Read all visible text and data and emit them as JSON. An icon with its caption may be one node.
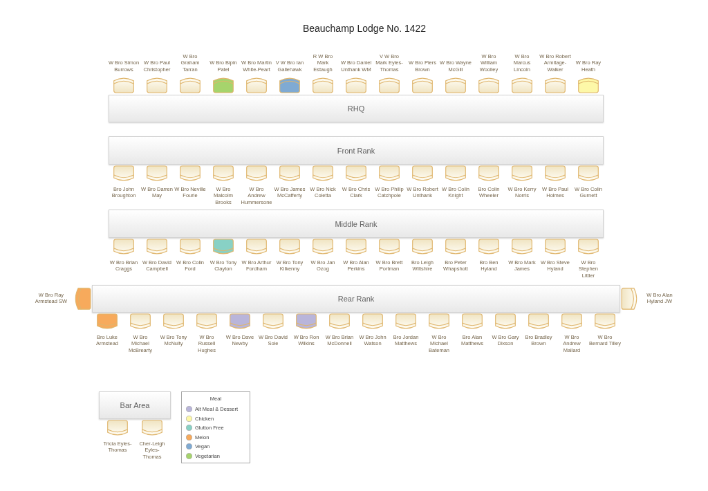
{
  "diagram": {
    "title": "Beauchamp Lodge No. 1422",
    "nodes": [
      {
        "text": [
          "W Bro Simon Burrows"
        ]
      },
      {
        "text": [
          "W Bro Paul Christopher"
        ]
      },
      {
        "text": [
          "W Bro Graham Tarran"
        ]
      },
      {
        "text": [
          "W Bro Bipin Patel"
        ]
      },
      {
        "text": [
          "W Bro Martin White-Peart"
        ]
      },
      {
        "text": [
          "V W Bro Ian Gallehawk"
        ]
      },
      {
        "text": [
          "R W Bro Mark Estaugh"
        ]
      },
      {
        "text": [
          "W Bro Daniel Unthank WM"
        ]
      },
      {
        "text": [
          "V W Bro Mark Eyles-Thomas"
        ]
      },
      {
        "text": [
          "W Bro Piers Brown"
        ]
      },
      {
        "text": [
          "W Bro Wayne McGill"
        ]
      },
      {
        "text": [
          "W Bro William Woolley"
        ]
      },
      {
        "text": [
          "W Bro Marcus Lincoln"
        ]
      },
      {
        "text": [
          "W Bro Robert Armitage-Walker"
        ]
      },
      {
        "text": [
          "W Bro Ray Heath"
        ]
      },
      {
        "text": [
          "RHQ"
        ]
      },
      {
        "text": [
          "Front Rank"
        ]
      },
      {
        "text": [
          "Bro John Broughton"
        ]
      },
      {
        "text": [
          "W Bro Darren May"
        ]
      },
      {
        "text": [
          "W Bro Neville Fourie"
        ]
      },
      {
        "text": [
          "W Bro Malcolm Brooks"
        ]
      },
      {
        "text": [
          "W Bro Andrew Hummersone"
        ]
      },
      {
        "text": [
          "W Bro James McCafferty"
        ]
      },
      {
        "text": [
          "W Bro Nick Coletta"
        ]
      },
      {
        "text": [
          "W Bro Chris Clark"
        ]
      },
      {
        "text": [
          "W Bro Philip Catchpole"
        ]
      },
      {
        "text": [
          "W Bro Robert Unthank"
        ]
      },
      {
        "text": [
          "W Bro Colin Knight"
        ]
      },
      {
        "text": [
          "Bro Colin Wheeler"
        ]
      },
      {
        "text": [
          "W Bro Kerry Norris"
        ]
      },
      {
        "text": [
          "W Bro Paul Holmes"
        ]
      },
      {
        "text": [
          "W Bro Colin Gurnett"
        ]
      },
      {
        "text": [
          "Middle Rank"
        ]
      },
      {
        "text": [
          "W Bro Brian Craggs"
        ]
      },
      {
        "text": [
          "W Bro David Campbell"
        ]
      },
      {
        "text": [
          "W Bro Colin Ford"
        ]
      },
      {
        "text": [
          "W Bro Tony Clayton"
        ]
      },
      {
        "text": [
          "W Bro Arthur Fordham"
        ]
      },
      {
        "text": [
          "W Bro Tony Kilkenny"
        ]
      },
      {
        "text": [
          "W Bro Jan Ozog"
        ]
      },
      {
        "text": [
          "W Bro Alan Perkins"
        ]
      },
      {
        "text": [
          "W Bro Brett Portman"
        ]
      },
      {
        "text": [
          "Bro Leigh Wiltshire"
        ]
      },
      {
        "text": [
          "Bro Peter Whapshott"
        ]
      },
      {
        "text": [
          "Bro Ben Hyland"
        ]
      },
      {
        "text": [
          "W Bro Mark James"
        ]
      },
      {
        "text": [
          "W Bro Steve Hyland"
        ]
      },
      {
        "text": [
          "W Bro Stephen Littler"
        ]
      },
      {
        "text": [
          "W Bro Ray Armstead SW"
        ]
      },
      {
        "text": [
          "Rear Rank"
        ]
      },
      {
        "text": [
          "W Bro Alan Hyland JW"
        ]
      },
      {
        "text": [
          "Bro Luke Armstead"
        ]
      },
      {
        "text": [
          "W Bro Michael McBrearty"
        ]
      },
      {
        "text": [
          "W Bro Tony McNulty"
        ]
      },
      {
        "text": [
          "W Bro Russell Hughes"
        ]
      },
      {
        "text": [
          "W Bro Dave Newby"
        ]
      },
      {
        "text": [
          "W Bro David Sole"
        ]
      },
      {
        "text": [
          "W Bro Ron Wilkins"
        ]
      },
      {
        "text": [
          "W Bro Brian McDonnell"
        ]
      },
      {
        "text": [
          "W Bro John Watson"
        ]
      },
      {
        "text": [
          "Bro Jordan Matthews"
        ]
      },
      {
        "text": [
          "W Bro Michael Bateman"
        ]
      },
      {
        "text": [
          "Bro Alan Matthews"
        ]
      },
      {
        "text": [
          "W Bro Gary Dixson"
        ]
      },
      {
        "text": [
          "Bro Bradley Brown"
        ]
      },
      {
        "text": [
          "W Bro Andrew Mallard"
        ]
      },
      {
        "text": [
          "W Bro Bernard Tilley"
        ]
      },
      {
        "text": [
          "Bar Area"
        ]
      },
      {
        "text": [
          "Tricia Eyles-Thomas"
        ]
      },
      {
        "text": [
          "Cher-Leigh Eyles-Thomas"
        ]
      }
    ],
    "labels": [
      "Meal"
    ],
    "legend": [
      {
        "text": "Alt Meal & Dessert",
        "color": "#b9b5da"
      },
      {
        "text": "Chicken",
        "color": "#fdf8a8"
      },
      {
        "text": "Glutton Free",
        "color": "#88d1c5"
      },
      {
        "text": "Melon",
        "color": "#f7aa5c"
      },
      {
        "text": "Vegan",
        "color": "#7faad3"
      },
      {
        "text": "Vegetarian",
        "color": "#a6d46c"
      }
    ]
  }
}
